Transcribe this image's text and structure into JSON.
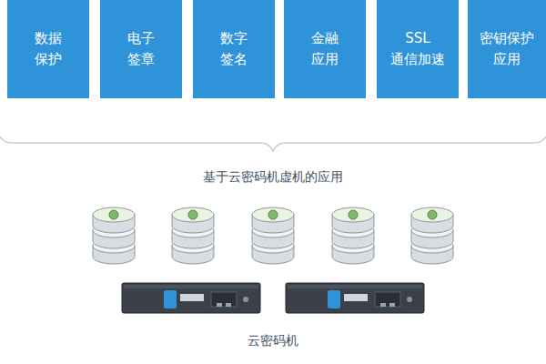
{
  "diagram": {
    "nodes": [
      {
        "text": [
          "数据 保护"
        ]
      },
      {
        "text": [
          "电子 签章"
        ]
      },
      {
        "text": [
          "数字 签名"
        ]
      },
      {
        "text": [
          "金融 应用"
        ]
      },
      {
        "text": [
          "SSL 通信加速"
        ]
      },
      {
        "text": [
          "密钥保护 应用"
        ]
      }
    ],
    "labels": [
      "基于云密码机虚机的应用",
      "云密码机"
    ]
  }
}
